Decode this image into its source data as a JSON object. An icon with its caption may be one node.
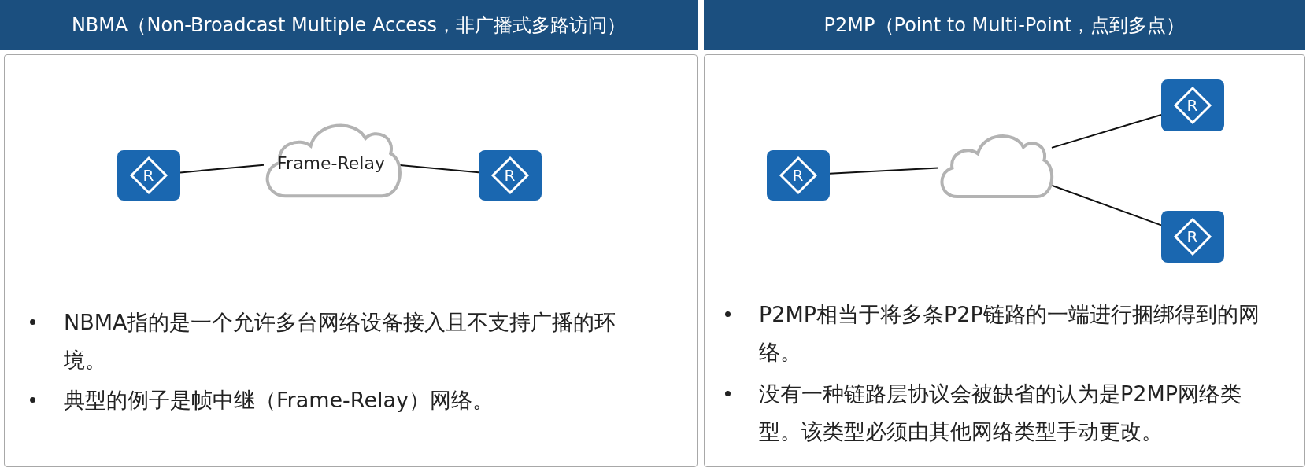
{
  "diagram": {
    "nodes": [
      {
        "text": [
          "NBMA（Non-Broadcast Multiple Access，非广播式多路访问）"
        ]
      },
      {
        "text": [
          "NBMA指的是一个允许多台网络设备接入且不支持广播的环境。",
          "典型的例子是帧中继（Frame-Relay）网络。"
        ]
      },
      {
        "text": [
          "R"
        ],
        "in": 1
      },
      {
        "text": [
          "Frame-Relay"
        ],
        "in": 1
      },
      {
        "text": [
          "R"
        ],
        "in": 1
      },
      {
        "text": [
          "P2MP（Point to Multi-Point，点到多点）"
        ]
      },
      {
        "text": [
          "P2MP相当于将多条P2P链路的一端进行捆绑得到的网络。",
          "没有一种链路层协议会被缺省的认为是P2MP网络类型。该类型必须由其他网络类型手动更改。"
        ]
      },
      {
        "text": [
          "R"
        ],
        "in": 6
      },
      {
        "text": [],
        "shape": "cloud",
        "in": 6
      },
      {
        "text": [
          "R"
        ],
        "in": 6
      },
      {
        "text": [
          "R"
        ],
        "in": 6
      }
    ],
    "edges": [
      {
        "from": 2,
        "to": 3,
        "arrow": "none"
      },
      {
        "from": 3,
        "to": 4,
        "arrow": "none"
      },
      {
        "from": 7,
        "to": 8,
        "arrow": "none"
      },
      {
        "from": 8,
        "to": 9,
        "arrow": "none"
      },
      {
        "from": 8,
        "to": 10,
        "arrow": "none"
      }
    ]
  }
}
